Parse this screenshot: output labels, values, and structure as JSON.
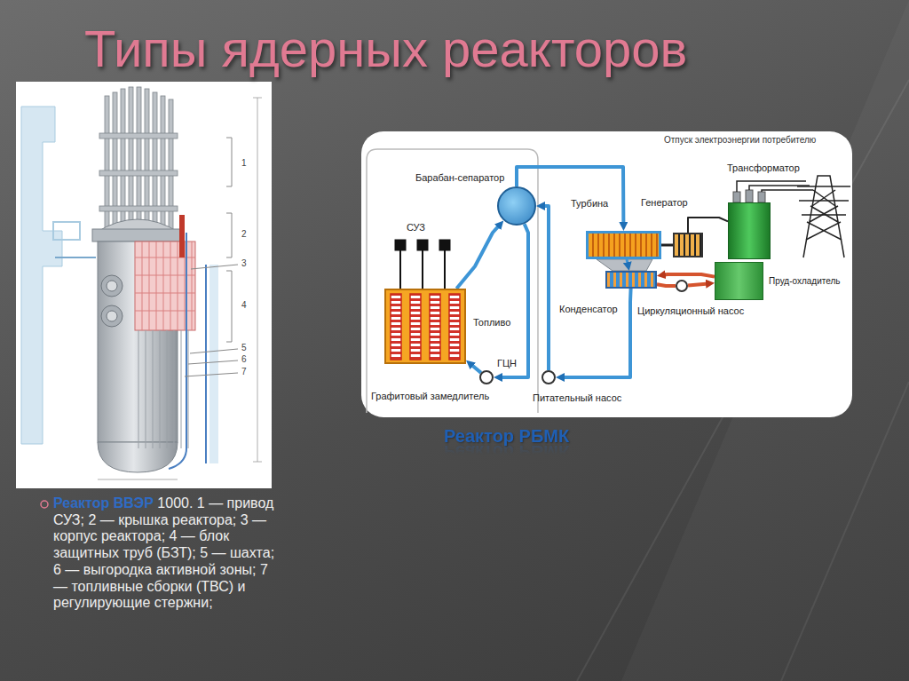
{
  "diagram": {
    "title": "Типы ядерных реакторов",
    "nodes": [
      {
        "text": [
          "Барабан-сепаратор"
        ]
      },
      {
        "text": [
          "Турбина"
        ]
      },
      {
        "text": [
          "Генератор"
        ]
      },
      {
        "text": [
          "Трансформатор"
        ]
      },
      {
        "text": [
          "Конденсатор"
        ]
      },
      {
        "text": [
          "Пруд-охладитель"
        ]
      },
      {
        "text": [
          "Циркуляционный насос"
        ]
      },
      {
        "text": [
          "Питательный насос"
        ]
      },
      {
        "text": [
          "ГЦН"
        ]
      },
      {
        "text": [
          "Топливо"
        ]
      }
    ],
    "edges": [
      {
        "from": 9,
        "to": 0,
        "arrow": "to"
      },
      {
        "from": 0,
        "to": 8,
        "arrow": "to"
      },
      {
        "from": 8,
        "to": 9,
        "arrow": "to"
      },
      {
        "from": 0,
        "to": 1,
        "arrow": "to"
      },
      {
        "from": 1,
        "to": 2,
        "arrow": "none"
      },
      {
        "from": 1,
        "to": 4,
        "arrow": "to"
      },
      {
        "from": 4,
        "to": 7,
        "arrow": "to"
      },
      {
        "from": 7,
        "to": 0,
        "arrow": "to"
      },
      {
        "from": 2,
        "to": 3,
        "arrow": "none"
      },
      {
        "from": 5,
        "to": 4,
        "arrow": "to"
      },
      {
        "from": 4,
        "to": 6,
        "arrow": "none"
      },
      {
        "from": 6,
        "to": 5,
        "arrow": "to"
      }
    ],
    "labels": [
      "Реактор ВВЭР",
      "1000. 1 — привод СУЗ; 2 — крышка реактора; 3 — корпус реактора; 4 — блок защитных труб (БЗТ); 5 — шахта; 6 — выгородка активной зоны; 7 — топливные сборки (ТВС) и регулирующие стержни;",
      "Реактор РБМК",
      "Отпуск электроэнергии потребителю",
      "СУЗ",
      "Графитовый замедлитель",
      "1",
      "2",
      "3",
      "4",
      "5",
      "6",
      "7"
    ]
  }
}
